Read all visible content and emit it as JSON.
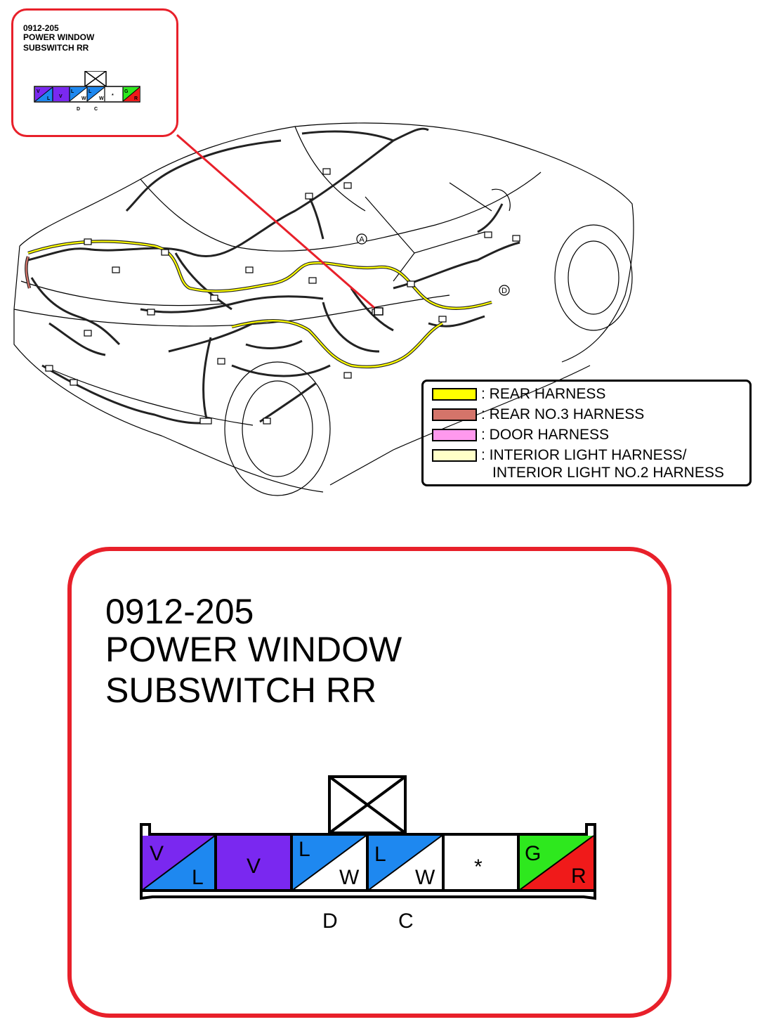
{
  "connector": {
    "code": "0912-205",
    "name_line1": "POWER WINDOW",
    "name_line2": "SUBSWITCH RR",
    "terminals": [
      {
        "top": "V",
        "bottom": "L",
        "top_color": "#7a28f0",
        "bottom_color": "#1e88f0"
      },
      {
        "single": "V",
        "color": "#7a28f0"
      },
      {
        "top": "L",
        "bottom": "W",
        "top_color": "#1e88f0",
        "bottom_color": "#ffffff",
        "pin_label": "D"
      },
      {
        "top": "L",
        "bottom": "W",
        "top_color": "#1e88f0",
        "bottom_color": "#ffffff",
        "pin_label": "C"
      },
      {
        "single": "*",
        "color": "#ffffff"
      },
      {
        "top": "G",
        "bottom": "R",
        "top_color": "#2ee81e",
        "bottom_color": "#f01a1a"
      }
    ]
  },
  "car_markers": {
    "a": "A",
    "d": "D"
  },
  "legend": {
    "items": [
      {
        "color": "#ffff00",
        "label": ": REAR HARNESS"
      },
      {
        "color": "#d4746a",
        "label": ": REAR NO.3 HARNESS"
      },
      {
        "color": "#ff99ee",
        "label": ": DOOR HARNESS"
      },
      {
        "color": "#ffffc8",
        "label": ": INTERIOR LIGHT HARNESS/",
        "label2": "INTERIOR LIGHT NO.2 HARNESS"
      }
    ]
  },
  "colors": {
    "callout_red": "#e8202a"
  }
}
